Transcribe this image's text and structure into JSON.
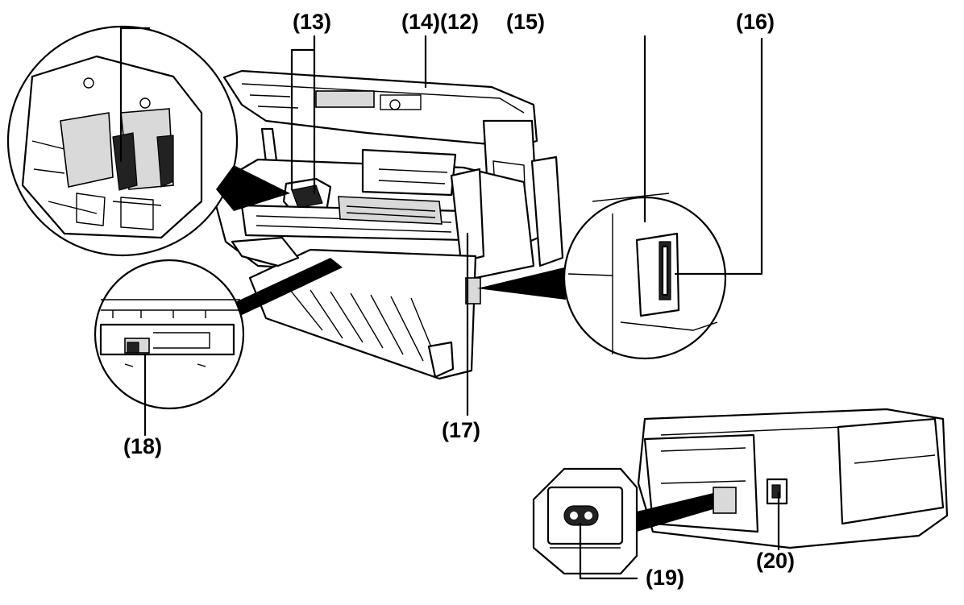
{
  "diagram": {
    "labels": {
      "l13": "(13)",
      "l14_12": "(14)(12)",
      "l15": "(15)",
      "l16": "(16)",
      "l17": "(17)",
      "l18": "(18)",
      "l19": "(19)",
      "l20": "(20)"
    }
  }
}
